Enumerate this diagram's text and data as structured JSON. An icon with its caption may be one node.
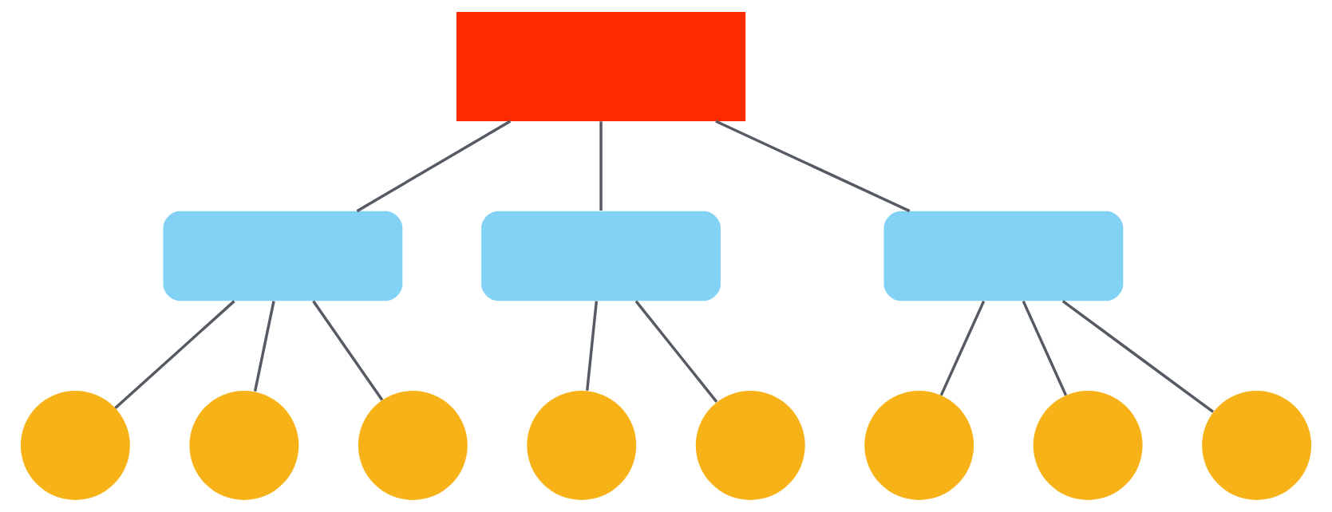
{
  "diagram": {
    "nodes": [
      {
        "text": [],
        "shape": "box"
      },
      {
        "text": [],
        "shape": "box"
      },
      {
        "text": [],
        "shape": "box"
      },
      {
        "text": [],
        "shape": "box"
      },
      {
        "text": [],
        "shape": "circle"
      },
      {
        "text": [],
        "shape": "circle"
      },
      {
        "text": [],
        "shape": "circle"
      },
      {
        "text": [],
        "shape": "circle"
      },
      {
        "text": [],
        "shape": "circle"
      },
      {
        "text": [],
        "shape": "circle"
      },
      {
        "text": [],
        "shape": "circle"
      },
      {
        "text": [],
        "shape": "circle"
      }
    ],
    "edges": [
      {
        "from": 0,
        "to": 1,
        "arrow": "none"
      },
      {
        "from": 0,
        "to": 2,
        "arrow": "none"
      },
      {
        "from": 0,
        "to": 3,
        "arrow": "none"
      },
      {
        "from": 1,
        "to": 4,
        "arrow": "none"
      },
      {
        "from": 1,
        "to": 5,
        "arrow": "none"
      },
      {
        "from": 1,
        "to": 6,
        "arrow": "none"
      },
      {
        "from": 2,
        "to": 7,
        "arrow": "none"
      },
      {
        "from": 2,
        "to": 8,
        "arrow": "none"
      },
      {
        "from": 3,
        "to": 9,
        "arrow": "none"
      },
      {
        "from": 3,
        "to": 10,
        "arrow": "none"
      },
      {
        "from": 3,
        "to": 11,
        "arrow": "none"
      }
    ]
  }
}
